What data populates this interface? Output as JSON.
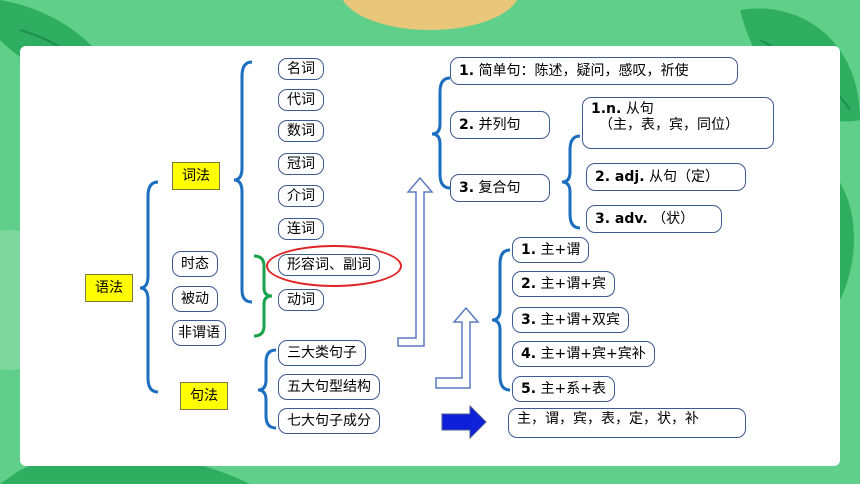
{
  "root": {
    "label": "语法"
  },
  "branches": {
    "cifa": "词法",
    "shitai": "时态",
    "beidong": "被动",
    "feiweiyu": "非谓语",
    "jufa": "句法"
  },
  "word_classes": [
    "名词",
    "代词",
    "数词",
    "冠词",
    "介词",
    "连词",
    "形容词、副词",
    "动词"
  ],
  "sentence_topics": [
    "三大类句子",
    "五大句型结构",
    "七大句子成分"
  ],
  "three_sentence_types": {
    "simple": {
      "num": "1.",
      "text": "简单句：陈述，疑问，感叹，祈使"
    },
    "compound": {
      "num": "2.",
      "text": "并列句"
    },
    "complex": {
      "num": "3.",
      "text": "复合句"
    }
  },
  "clauses": {
    "noun": {
      "num": "1.n.",
      "line1": "从句",
      "line2": "（主，表，宾，同位）"
    },
    "adj": {
      "num": "2. adj.",
      "text": "从句（定）"
    },
    "adv": {
      "num": "3.  adv.",
      "text": "（状）"
    }
  },
  "five_patterns": [
    {
      "num": "1.",
      "text": "主+谓"
    },
    {
      "num": "2.",
      "text": "主+谓+宾"
    },
    {
      "num": "3.",
      "text": "主+谓+双宾"
    },
    {
      "num": "4.",
      "text": "主+谓+宾+宾补"
    },
    {
      "num": "5.",
      "text": "主+系+表"
    }
  ],
  "seven_components": {
    "text": "主，谓，宾，表，定，状，补"
  },
  "colors": {
    "background": "#5fcf8a",
    "leaf": "#3bb86d",
    "highlight": "#ffff00",
    "brace": "#1c6fc0",
    "brace_green": "#1aa24a",
    "ring": "#e02222",
    "arrow": "#1020d8"
  }
}
